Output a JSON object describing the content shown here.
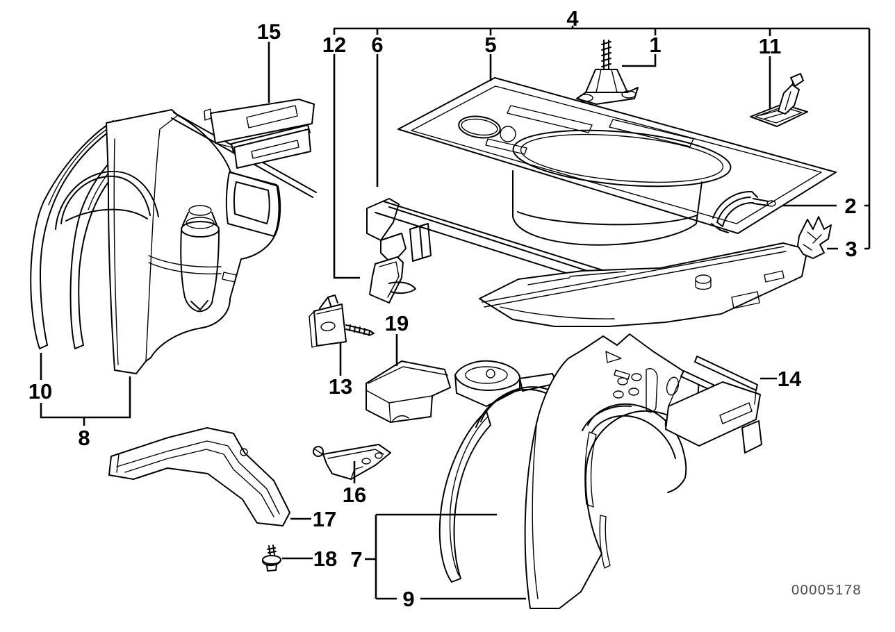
{
  "diagram": {
    "doc_number": "00005178",
    "colors": {
      "line": "#000000",
      "doc_number_text": "#474747",
      "background": "#ffffff"
    },
    "callouts": [
      {
        "id": 1,
        "label": "1"
      },
      {
        "id": 2,
        "label": "2"
      },
      {
        "id": 3,
        "label": "3"
      },
      {
        "id": 4,
        "label": "4"
      },
      {
        "id": 5,
        "label": "5"
      },
      {
        "id": 6,
        "label": "6"
      },
      {
        "id": 7,
        "label": "7"
      },
      {
        "id": 8,
        "label": "8"
      },
      {
        "id": 9,
        "label": "9"
      },
      {
        "id": 10,
        "label": "10"
      },
      {
        "id": 11,
        "label": "11"
      },
      {
        "id": 12,
        "label": "12"
      },
      {
        "id": 13,
        "label": "13"
      },
      {
        "id": 14,
        "label": "14"
      },
      {
        "id": 15,
        "label": "15"
      },
      {
        "id": 16,
        "label": "16"
      },
      {
        "id": 17,
        "label": "17"
      },
      {
        "id": 18,
        "label": "18"
      },
      {
        "id": 19,
        "label": "19"
      }
    ]
  }
}
